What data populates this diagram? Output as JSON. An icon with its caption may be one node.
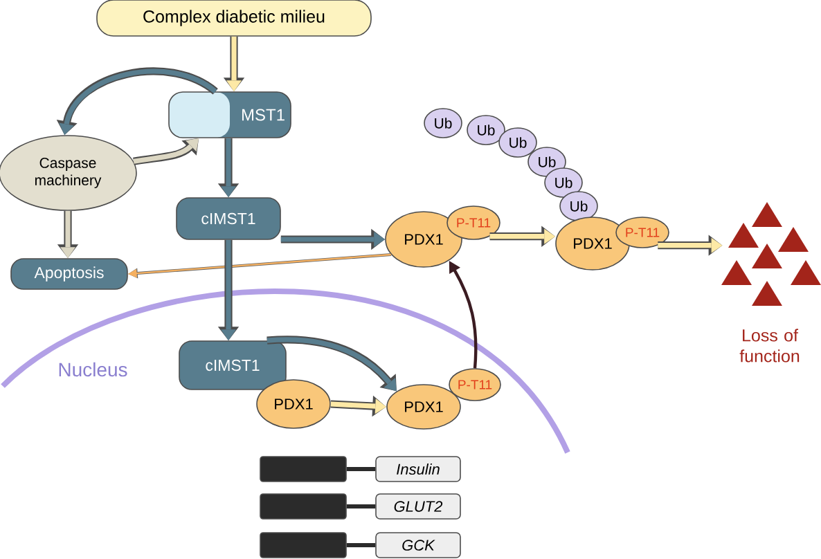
{
  "diagram": {
    "nodes": [
      {
        "text": [
          "Complex diabetic milieu"
        ]
      },
      {
        "text": [
          "MST1"
        ]
      },
      {
        "text": [
          "Ub"
        ]
      },
      {
        "text": [
          "Ub"
        ]
      },
      {
        "text": [
          "Ub"
        ]
      },
      {
        "text": [
          "Ub"
        ]
      },
      {
        "text": [
          "Ub"
        ]
      },
      {
        "text": [
          "Ub"
        ]
      },
      {
        "text": [
          "Caspase machinery"
        ]
      },
      {
        "text": [
          "cIMST1"
        ]
      },
      {
        "text": [
          "PDX1"
        ]
      },
      {
        "text": [
          "P-T11"
        ]
      },
      {
        "text": [
          "PDX1"
        ]
      },
      {
        "text": [
          "P-T11"
        ]
      },
      {
        "text": [
          "Loss of function"
        ]
      },
      {
        "text": [
          "Apoptosis"
        ]
      },
      {
        "text": [
          "cIMST1"
        ]
      },
      {
        "text": [
          "PDX1"
        ]
      },
      {
        "text": [
          "PDX1"
        ]
      },
      {
        "text": [
          "P-T11"
        ]
      },
      {
        "text": [],
        "shape": "bar"
      },
      {
        "text": [
          "Insulin"
        ]
      },
      {
        "text": [],
        "shape": "bar"
      },
      {
        "text": [
          "GLUT2"
        ]
      },
      {
        "text": [],
        "shape": "bar"
      },
      {
        "text": [
          "GCK"
        ]
      }
    ],
    "edges": [
      {
        "from": 0,
        "to": 1,
        "arrow": "to",
        "color": "#fde9a6"
      },
      {
        "from": 1,
        "to": 8,
        "arrow": "to"
      },
      {
        "from": 8,
        "to": 1,
        "arrow": "to",
        "color": "#dcd7c3"
      },
      {
        "from": 8,
        "to": 15,
        "arrow": "to",
        "color": "#dcd7c3"
      },
      {
        "from": 1,
        "to": 9,
        "arrow": "to"
      },
      {
        "from": 9,
        "to": 10,
        "arrow": "to"
      },
      {
        "from": 10,
        "to": 15,
        "arrow": "to",
        "color": "#f5b060"
      },
      {
        "from": 9,
        "to": 16,
        "arrow": "to"
      },
      {
        "from": 16,
        "to": 18,
        "arrow": "to"
      },
      {
        "from": 17,
        "to": 18,
        "arrow": "to",
        "color": "#fde9a6"
      },
      {
        "from": 19,
        "to": 10,
        "arrow": "to",
        "color": "#3b1c22"
      },
      {
        "from": 11,
        "to": 12,
        "arrow": "to",
        "color": "#fde9a6"
      },
      {
        "from": 13,
        "to": 14,
        "arrow": "to",
        "color": "#fde9a6"
      },
      {
        "from": 20,
        "to": 21,
        "arrow": "none",
        "color": "#2b2b2b"
      },
      {
        "from": 22,
        "to": 23,
        "arrow": "none",
        "color": "#2b2b2b"
      },
      {
        "from": 24,
        "to": 25,
        "arrow": "none",
        "color": "#2b2b2b"
      }
    ],
    "labels": [
      "Nucleus"
    ]
  }
}
